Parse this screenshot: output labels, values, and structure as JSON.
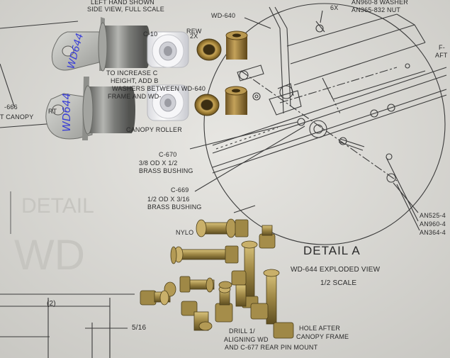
{
  "drawing_text": {
    "top_left": [
      "LEFT HAND SHOWN",
      "SIDE VIEW, FULL SCALE"
    ],
    "top_right": [
      "6X",
      "AN960-8 WASHER",
      "AN365-832 NUT"
    ],
    "wd640": "WD-640",
    "f_label": "F-",
    "aft": "AFT",
    "two_x": "2X",
    "increase_note": [
      "TO INCREASE C",
      "HEIGHT, ADD B",
      "WASHERS BETWEEN WD-640",
      "FRAME AND WD-"
    ],
    "c10": "C-10",
    "screw": "REW",
    "left_666": "-666",
    "left_canopy": "T CANOPY",
    "left_rt": "RT",
    "canopy_roller": "CANOPY ROLLER",
    "c670": [
      "C-670",
      "3/8 OD X 1/2",
      "BRASS BUSHING"
    ],
    "c669": [
      "C-669",
      "1/2 OD X 3/16",
      "BRASS BUSHING"
    ],
    "nylon": "NYLO",
    "an_right": [
      "AN525-4",
      "AN960-4",
      "AN364-4"
    ],
    "detail_title": "DETAIL A",
    "exploded": "WD-644 EXPLODED VIEW",
    "scale": "1/2 SCALE",
    "dim_2": "(2)",
    "dim_516": "5/16",
    "drill_note": [
      "DRILL 1/",
      "HOLE AFTER",
      "ALIGNING WD",
      "CANOPY FRAME",
      "AND C-677 REAR PIN MOUNT"
    ]
  },
  "handwriting": {
    "upper_part": "WD644",
    "lower_part": "WD644"
  },
  "colors": {
    "paper": "#dcdbd6",
    "line": "#3b3b3b",
    "ink_blue": "#3a3fd6",
    "steel": "#8c8d8a",
    "brass": "#a8893f",
    "nylon": "#f4f4f6"
  }
}
